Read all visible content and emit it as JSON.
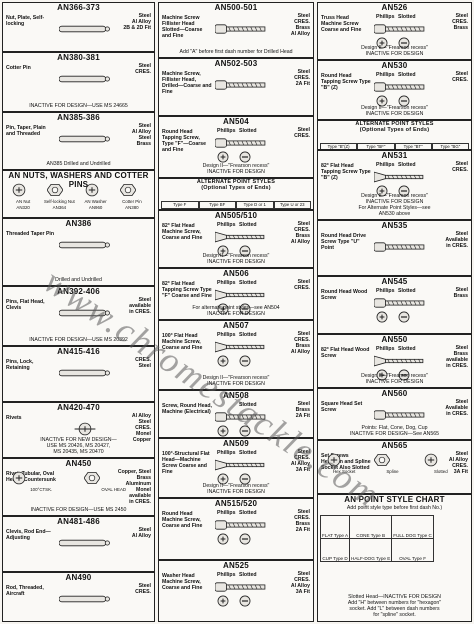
{
  "watermark": "www.chromestackle.com",
  "col1": [
    {
      "an": "AN366-373",
      "desc": "Nut, Plate, Self-locking",
      "mat": "Steel\nAl Alloy\n2B & 2D Fit"
    },
    {
      "an": "AN380-381",
      "desc": "Cotter Pin",
      "mat": "Steel\nCRES.",
      "note": "INACTIVE FOR DESIGN—USE MS 24665"
    },
    {
      "an": "AN385-386",
      "desc": "Pin, Taper, Plain and Threaded",
      "mat": "Steel\nAl Alloy\nSteel\nBrass",
      "note": "AN385 Drilled and Undrilled"
    },
    {
      "an": "AN NUTS, WASHERS AND COTTER PINS",
      "labels": [
        "AN Nut\nAN320",
        "Self-locking Nut\nAN364",
        "AN Washer\nAN960",
        "Cotter Pin\nAN380"
      ]
    },
    {
      "an": "AN386",
      "desc": "Threaded Taper Pin",
      "note": "Drilled and Undrilled"
    },
    {
      "an": "AN392-406",
      "desc": "Pins, Flat Head, Clevis",
      "mat": "Steel\navailable\nin CRES.",
      "note": "INACTIVE FOR DESIGN—USE MS 20392"
    },
    {
      "an": "AN415-416",
      "desc": "Pins, Lock, Retaining",
      "mat": "CRES.\nSteel"
    },
    {
      "an": "AN420-470",
      "desc": "Rivets",
      "mat": "Al Alloy\nSteel\nCRES.\nMonel\nCopper",
      "note": "INACTIVE FOR NEW DESIGN—\nUSE MS 20426, MS 20427,\nMS 20435, MS 20470"
    },
    {
      "an": "AN450",
      "desc": "Rivet, Tubular, Oval Head—Countersunk",
      "mat": "Copper, Steel\nBrass\nAluminum\nMonel\navailable\nin CRES.",
      "labels": [
        "100°CTSK.",
        "OVAL HEAD"
      ],
      "note": "INACTIVE FOR DESIGN—USE MS 2450"
    },
    {
      "an": "AN481-486",
      "desc": "Clevis, Rod End—Adjusting",
      "mat": "Steel\nAl Alloy"
    },
    {
      "an": "AN490",
      "desc": "Rod, Threaded, Aircraft",
      "mat": "Steel\nCRES."
    }
  ],
  "col2": [
    {
      "an": "AN500-501",
      "desc": "Machine Screw Fillister Head Slotted—Coarse and Fine",
      "mat": "Steel\nCRES.\nBrass\nAl Alloy",
      "note": "Add \"A\" before first dash number for Drilled Head"
    },
    {
      "an": "AN502-503",
      "desc": "Machine Screw, Fillister Head, Drilled—Coarse and Fine",
      "mat": "Steel\nCRES.\n2A Fit"
    },
    {
      "an": "AN504",
      "desc": "Round Head Tapping Screw, Type \"F\"—Coarse and Fine",
      "head": [
        "Phillips",
        "Slotted"
      ],
      "mat": "Steel\nCRES.",
      "note": "Design II—\"Frearson recess\"\nINACTIVE FOR DESIGN"
    },
    {
      "an": "ALTERNATE POINT STYLES\n(Optional Types of Ends)",
      "tips": [
        "Type F",
        "Type BF",
        "Type D or 1",
        "Type U or 23"
      ]
    },
    {
      "an": "AN505/510",
      "desc": "82° Flat Head Machine Screw, Coarse and Fine",
      "head": [
        "Phillips",
        "Slotted"
      ],
      "mat": "Steel\nCRES.\nBrass\nAl Alloy",
      "note": "Design II—\"Frearson recess\"\nINACTIVE FOR DESIGN"
    },
    {
      "an": "AN506",
      "desc": "82° Flat Head Tapping Screw Type \"F\" Coarse and Fine",
      "head": [
        "Phillips",
        "Slotted"
      ],
      "mat": "Steel\nCRES.",
      "note": "For alternate point styles—see AN504\nINACTIVE FOR DESIGN"
    },
    {
      "an": "AN507",
      "desc": "100° Flat Head Machine Screw, Coarse and Fine",
      "head": [
        "Phillips",
        "Slotted"
      ],
      "mat": "Steel\nCRES.\nBrass\nAl Alloy",
      "note": "Design II—\"Frearson recess\"\nINACTIVE FOR DESIGN"
    },
    {
      "an": "AN508",
      "desc": "Screw, Round Head, Machine (Electrical)",
      "mat": "Steel\nBrass\n2A Fit",
      "head": [
        "",
        "Slotted"
      ]
    },
    {
      "an": "AN509",
      "desc": "100°-Structural Flat Head—Machine Screw Coarse and Fine",
      "head": [
        "Phillips",
        "Slotted"
      ],
      "mat": "Steel\nCRES.\nAl Alloy\n3A Fit",
      "note": "Design II—\"Frearson recess\"\nINACTIVE FOR DESIGN"
    },
    {
      "an": "AN515/520",
      "desc": "Round Head Machine Screw, Coarse and Fine",
      "head": [
        "Phillips",
        "Slotted"
      ],
      "mat": "Steel\nCRES.\nBrass\n2A Fit"
    },
    {
      "an": "AN525",
      "desc": "Washer Head Machine Screw, Coarse and Fine",
      "head": [
        "Phillips",
        "Slotted"
      ],
      "mat": "Steel\nCRES.\nAl Alloy\n3A Fit"
    }
  ],
  "col3": [
    {
      "an": "AN526",
      "desc": "Truss Head Machine Screw Coarse and Fine",
      "head": [
        "Phillips",
        "Slotted"
      ],
      "mat": "Steel\nCRES.\nBrass",
      "note": "Design II—\"Frearson recess\"\nINACTIVE FOR DESIGN"
    },
    {
      "an": "AN530",
      "desc": "Round Head Tapping Screw Type \"B\" (Z)",
      "head": [
        "Phillips",
        "Slotted"
      ],
      "mat": "Steel\nCRES.",
      "note": "Design II—\"Frearson recess\"\nINACTIVE FOR DESIGN"
    },
    {
      "an": "ALTERNATE POINT STYLES\n(Optional Types of Ends)",
      "tips": [
        "Type \"B\"(Z)",
        "Type \"BF\"",
        "Type \"BT\"",
        "Type \"BG\""
      ]
    },
    {
      "an": "AN531",
      "desc": "82° Flat Head Tapping Screw Type \"B\" (Z)",
      "head": [
        "Phillips",
        "Slotted"
      ],
      "mat": "Steel\nCRES.",
      "note": "Design II—\"Frearson recess\"\nINACTIVE FOR DESIGN\nFor Alternate Point Styles—see\nAN530 above"
    },
    {
      "an": "AN535",
      "desc": "Round Head Drive Screw Type \"U\" Point",
      "mat": "Steel\nAvailable\nin CRES."
    },
    {
      "an": "AN545",
      "desc": "Round Head Wood Screw",
      "head": [
        "Phillips",
        "Slotted"
      ],
      "mat": "Steel\nBrass"
    },
    {
      "an": "AN550",
      "desc": "82° Flat Head Wood Screw",
      "head": [
        "Phillips",
        "Slotted"
      ],
      "mat": "Steel\nBrass\navailable\nin CRES.",
      "note": "Design II—\"Frearson recess\"\nINACTIVE FOR DESIGN"
    },
    {
      "an": "AN560",
      "desc": "Square Head Set Screw",
      "mat": "Steel\nAvailable\nin CRES.",
      "note": "Points: Flat, Cone, Dog, Cup\nINACTIVE FOR DESIGN—See AN565"
    },
    {
      "an": "AN565",
      "desc": "Set Screws Hexagon and Spline Socket Also Slotted",
      "mat": "Steel\nAl Alloy\nCRES.\n3A Fit",
      "labels": [
        "Hex Socket",
        "Spline",
        "Slotted"
      ]
    },
    {
      "an": "AN POINT STYLE CHART",
      "sub": "Add point style type before first dash No.)",
      "chart": [
        [
          "FLAT Type A",
          "CONE Type B",
          "FULL DOG Type C"
        ],
        [
          "CUP Type D",
          "HALF-DOG Type E",
          "OVAL Type F"
        ]
      ],
      "note": "Slotted Head—INACTIVE FOR DESIGN\nAdd \"H\" between numbers for \"hexagon\"\nsocket. Add \"L\" between dash numbers\nfor \"spline\" socket."
    }
  ]
}
